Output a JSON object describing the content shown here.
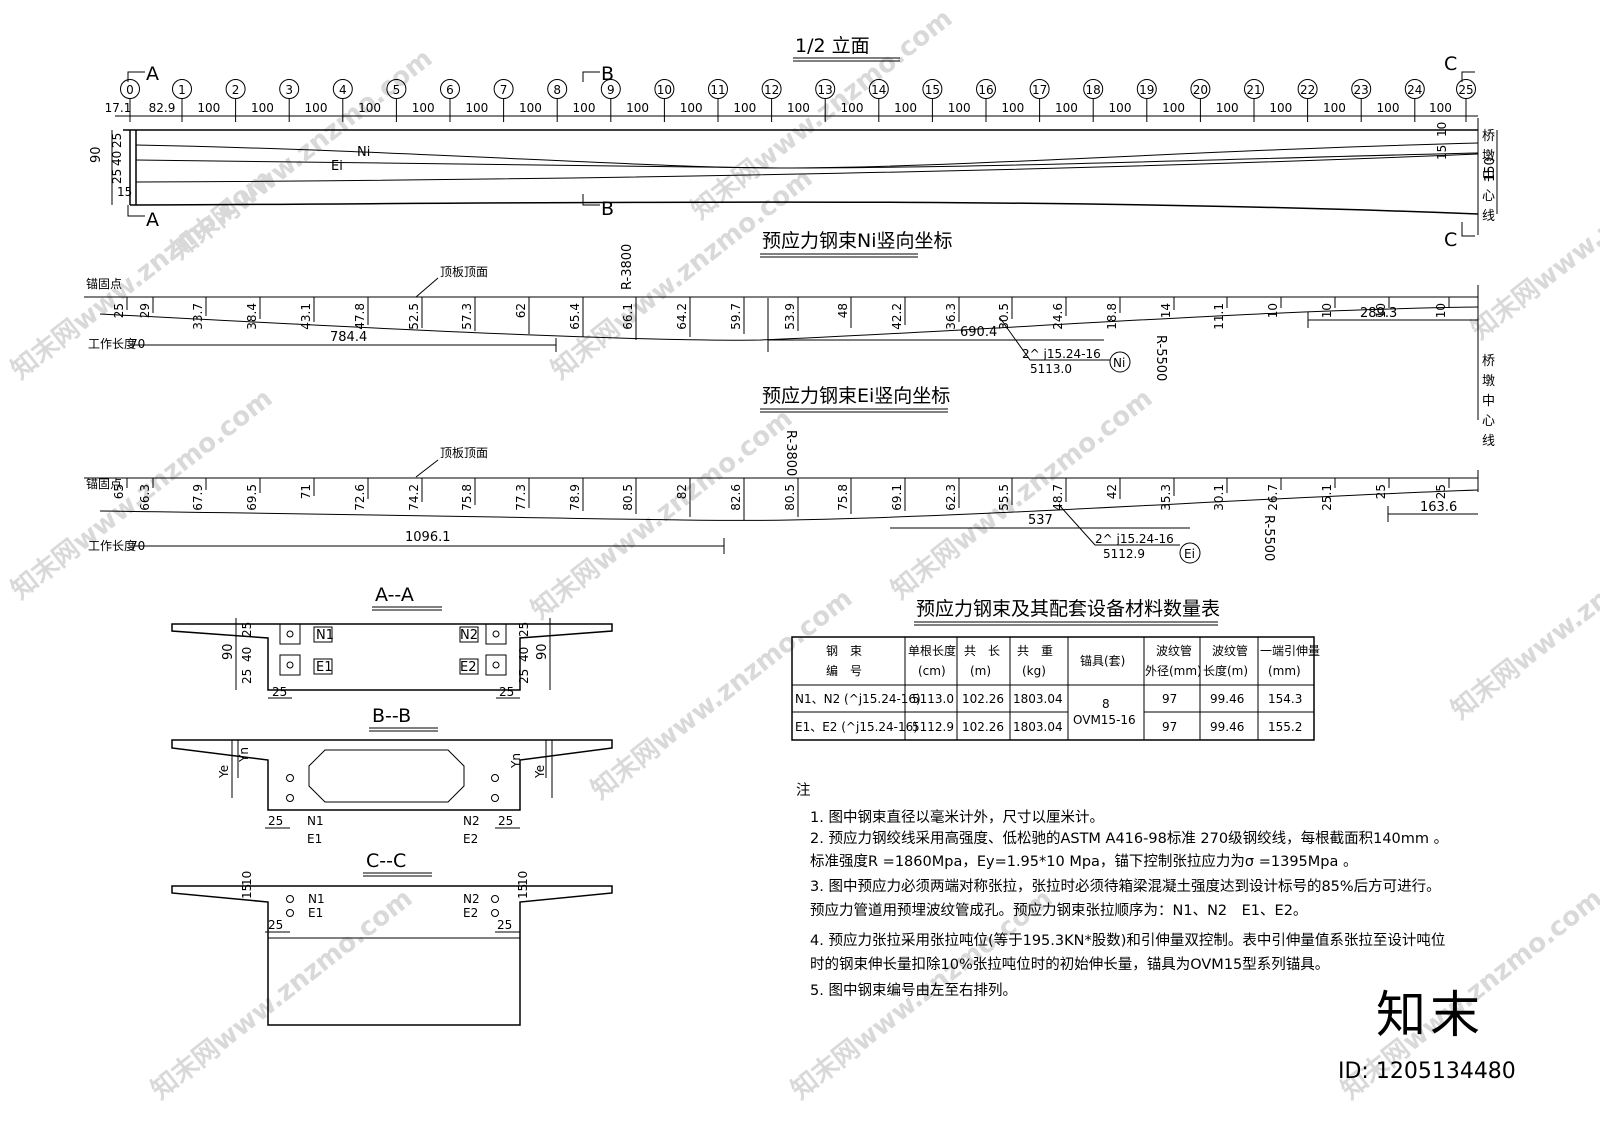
{
  "elevation": {
    "title": "1/2 立面",
    "section_marks": [
      "A",
      "A",
      "B",
      "B",
      "C",
      "C"
    ],
    "station_numbers": [
      "0",
      "1",
      "2",
      "3",
      "4",
      "5",
      "6",
      "7",
      "8",
      "9",
      "10",
      "11",
      "12",
      "13",
      "14",
      "15",
      "16",
      "17",
      "18",
      "19",
      "20",
      "21",
      "22",
      "23",
      "24",
      "25"
    ],
    "spans": [
      "17.1",
      "82.9",
      "100",
      "100",
      "100",
      "100",
      "100",
      "100",
      "100",
      "100",
      "100",
      "100",
      "100",
      "100",
      "100",
      "100",
      "100",
      "100",
      "100",
      "100",
      "100",
      "100",
      "100",
      "100",
      "100",
      "100"
    ],
    "left_dims": [
      "90",
      "25",
      "40",
      "25",
      "15"
    ],
    "right_dims": [
      "10",
      "15",
      "150"
    ],
    "tendon_labels": [
      "Ni",
      "Ei"
    ],
    "pier_label": [
      "桥",
      "墩",
      "中",
      "心",
      "线"
    ]
  },
  "ni_profile": {
    "title": "预应力钢束Ni竖向坐标",
    "anchor_label": "锚固点",
    "top_label": "顶板顶面",
    "work_label": "工作长度",
    "work_length": "70",
    "values": [
      "25",
      "29",
      "33.7",
      "38.4",
      "43.1",
      "47.8",
      "52.5",
      "57.3",
      "62",
      "65.4",
      "66.1",
      "64.2",
      "59.7",
      "53.9",
      "48",
      "42.2",
      "36.3",
      "30.5",
      "24.6",
      "18.8",
      "14",
      "11.1",
      "10",
      "10",
      "10",
      "10"
    ],
    "radius1": "R-3800",
    "radius2": "R-5500",
    "dims": [
      "784.4",
      "690.4",
      "289.3"
    ],
    "tendon_spec": "2^ j15.24-16",
    "tendon_length": "5113.0",
    "tendon_id": "Ni",
    "pier_label": [
      "桥",
      "墩",
      "中",
      "心",
      "线"
    ]
  },
  "ei_profile": {
    "title": "预应力钢束Ei竖向坐标",
    "anchor_label": "锚固点",
    "top_label": "顶板顶面",
    "work_label": "工作长度",
    "work_length": "70",
    "values": [
      "65",
      "66.3",
      "67.9",
      "69.5",
      "71",
      "72.6",
      "74.2",
      "75.8",
      "77.3",
      "78.9",
      "80.5",
      "82",
      "82.6",
      "80.5",
      "75.8",
      "69.1",
      "62.3",
      "55.5",
      "48.7",
      "42",
      "35.3",
      "30.1",
      "26.7",
      "25.1",
      "25",
      "25"
    ],
    "radius1": "R-3800",
    "radius2": "R-5500",
    "dims": [
      "1096.1",
      "537",
      "163.6"
    ],
    "tendon_spec": "2^ j15.24-16",
    "tendon_length": "5112.9",
    "tendon_id": "Ei"
  },
  "sections": {
    "aa": {
      "title": "A--A",
      "dims_left": [
        "90",
        "25",
        "40",
        "25",
        "25"
      ],
      "dims_right": [
        "25",
        "40",
        "25",
        "90",
        "25"
      ],
      "labels": [
        "N1",
        "E1",
        "N2",
        "E2"
      ]
    },
    "bb": {
      "title": "B--B",
      "labels": [
        "Yn",
        "Ye",
        "Yn",
        "Ye",
        "N1",
        "E1",
        "N2",
        "E2"
      ],
      "dims": [
        "25",
        "25"
      ]
    },
    "cc": {
      "title": "C--C",
      "dims": [
        "15",
        "10",
        "15",
        "10",
        "25",
        "25"
      ],
      "labels": [
        "N1",
        "E1",
        "N2",
        "E2"
      ]
    }
  },
  "table": {
    "title": "预应力钢束及其配套设备材料数量表",
    "headers": [
      [
        "钢　束",
        "编　号"
      ],
      [
        "单根长度",
        "(cm)"
      ],
      [
        "共　长",
        "(m)"
      ],
      [
        "共　重",
        "(kg)"
      ],
      [
        "锚具(套)"
      ],
      [
        "波纹管",
        "外径(mm)"
      ],
      [
        "波纹管",
        "长度(m)"
      ],
      [
        "一端引伸量",
        "(mm)"
      ]
    ],
    "rows": [
      [
        "N1、N2 (^j15.24-16)",
        "5113.0",
        "102.26",
        "1803.04",
        "97",
        "99.46",
        "154.3"
      ],
      [
        "E1、E2 (^j15.24-16)",
        "5112.9",
        "102.26",
        "1803.04",
        "97",
        "99.46",
        "155.2"
      ]
    ],
    "anchor_merged": [
      "8",
      "OVM15-16"
    ]
  },
  "notes": {
    "heading": "注",
    "items": [
      "1. 图中钢束直径以毫米计外，尺寸以厘米计。",
      "2. 预应力钢绞线采用高强度、低松驰的ASTM A416-98标准 270级钢绞线，每根截面积140mm 。",
      "   标准强度R =1860Mpa，Ey=1.95*10 Mpa，锚下控制张拉应力为σ =1395Mpa 。",
      "3. 图中预应力必须两端对称张拉，张拉时必须待箱梁混凝土强度达到设计标号的85%后方可进行。",
      "   预应力管道用预埋波纹管成孔。预应力钢束张拉顺序为：N1、N2　E1、E2。",
      "4. 预应力张拉采用张拉吨位(等于195.3KN*股数)和引伸量双控制。表中引伸量值系张拉至设计吨位",
      "   时的钢束伸长量扣除10%张拉吨位时的初始伸长量，锚具为OVM15型系列锚具。",
      "5. 图中钢束编号由左至右排列。"
    ]
  },
  "watermark": {
    "logo": "知末",
    "id_text": "ID: 1205134480",
    "tile": "知末网www.znzmo.com"
  }
}
